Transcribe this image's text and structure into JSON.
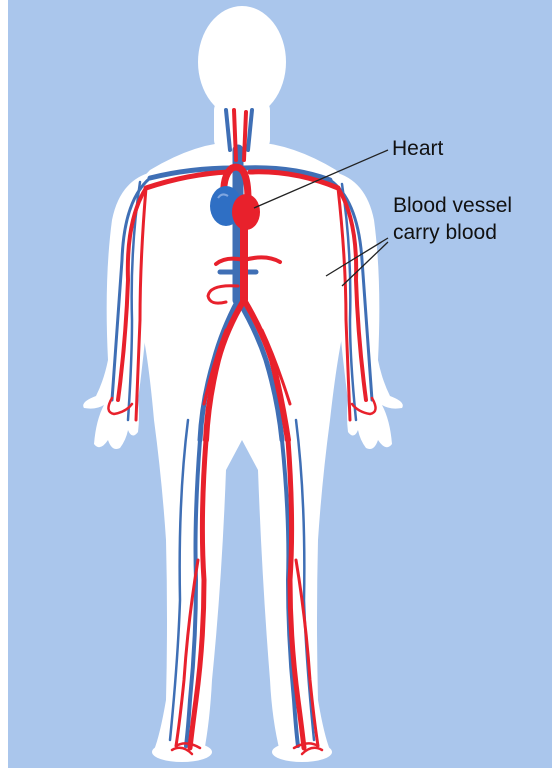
{
  "labels": {
    "heart": "Heart",
    "vessels_line1": "Blood vessel",
    "vessels_line2": "carry blood"
  },
  "colors": {
    "background": "#aac6ec",
    "body": "#ffffff",
    "artery": "#e8212c",
    "vein": "#3f6fb5",
    "heart": "#2f6fc4",
    "leader_line": "#222222"
  }
}
